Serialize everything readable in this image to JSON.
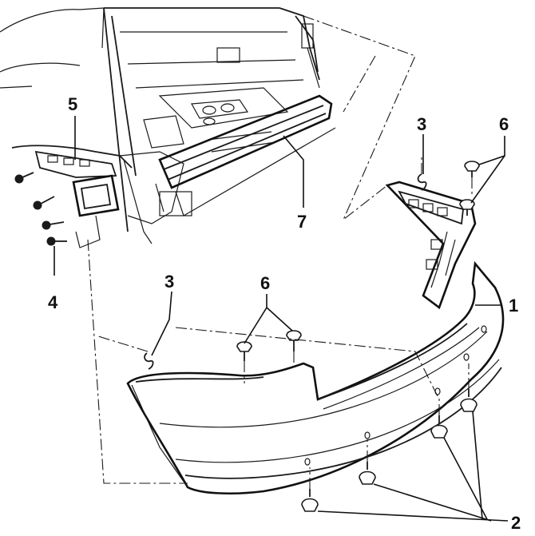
{
  "callouts": {
    "part_1": "1",
    "part_2": "2",
    "part_3_upper": "3",
    "part_3_lower": "3",
    "part_4": "4",
    "part_5": "5",
    "part_6_upper": "6",
    "part_6_lower": "6",
    "part_7": "7"
  },
  "colors": {
    "line": "#1a1a1a",
    "background": "#ffffff"
  }
}
